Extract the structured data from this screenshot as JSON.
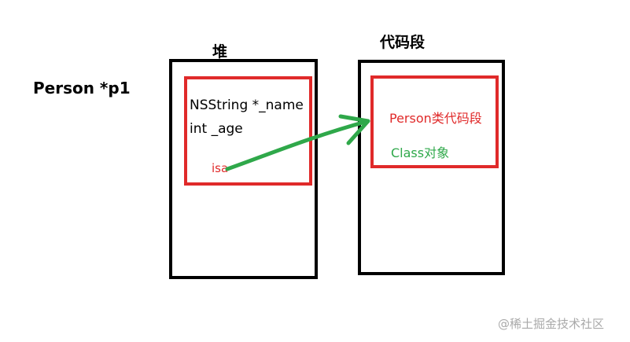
{
  "labels": {
    "pointer": "Person *p1",
    "heap_title": "堆",
    "code_title": "代码段"
  },
  "heap_object": {
    "field_name": "NSString *_name",
    "field_age": "int _age",
    "isa": "isa"
  },
  "code_segment": {
    "class_code": "Person类代码段",
    "class_object": "Class对象"
  },
  "watermark": "@稀土掘金技术社区",
  "colors": {
    "black": "#000000",
    "red": "#e02a2a",
    "green": "#2fa84a",
    "watermark": "#a9a9a9"
  }
}
